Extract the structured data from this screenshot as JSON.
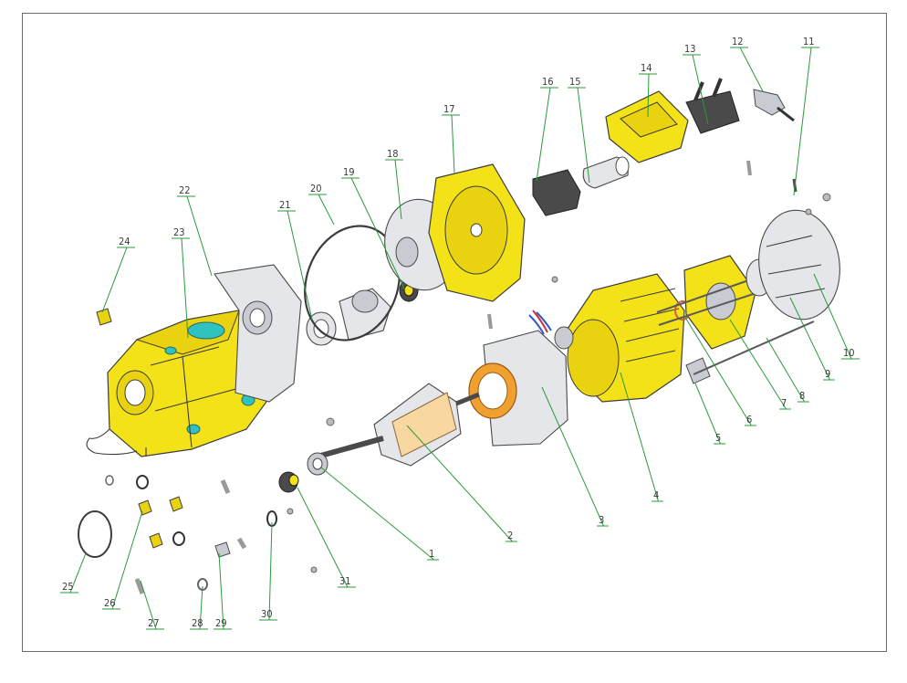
{
  "diagram": {
    "colors": {
      "housing": "#f4e218",
      "leader": "#2a9a3a",
      "metal": "#e4e6ea",
      "accent": "#2ec2c0",
      "winding": "#f0a030"
    },
    "callouts": [
      {
        "id": "1",
        "text": "1"
      },
      {
        "id": "2",
        "text": "2"
      },
      {
        "id": "3",
        "text": "3"
      },
      {
        "id": "4",
        "text": "4"
      },
      {
        "id": "5",
        "text": "5"
      },
      {
        "id": "6",
        "text": "6"
      },
      {
        "id": "7",
        "text": "7"
      },
      {
        "id": "8",
        "text": "8"
      },
      {
        "id": "9",
        "text": "9"
      },
      {
        "id": "10",
        "text": "10"
      },
      {
        "id": "11",
        "text": "11"
      },
      {
        "id": "12",
        "text": "12"
      },
      {
        "id": "13",
        "text": "13"
      },
      {
        "id": "14",
        "text": "14"
      },
      {
        "id": "15",
        "text": "15"
      },
      {
        "id": "16",
        "text": "16"
      },
      {
        "id": "17",
        "text": "17"
      },
      {
        "id": "18",
        "text": "18"
      },
      {
        "id": "19",
        "text": "19"
      },
      {
        "id": "20",
        "text": "20"
      },
      {
        "id": "21",
        "text": "21"
      },
      {
        "id": "22",
        "text": "22"
      },
      {
        "id": "23",
        "text": "23"
      },
      {
        "id": "24",
        "text": "24"
      },
      {
        "id": "25",
        "text": "25"
      },
      {
        "id": "26",
        "text": "26"
      },
      {
        "id": "27",
        "text": "27"
      },
      {
        "id": "28",
        "text": "28"
      },
      {
        "id": "29",
        "text": "29"
      },
      {
        "id": "30",
        "text": "30"
      },
      {
        "id": "31",
        "text": "31"
      }
    ]
  }
}
